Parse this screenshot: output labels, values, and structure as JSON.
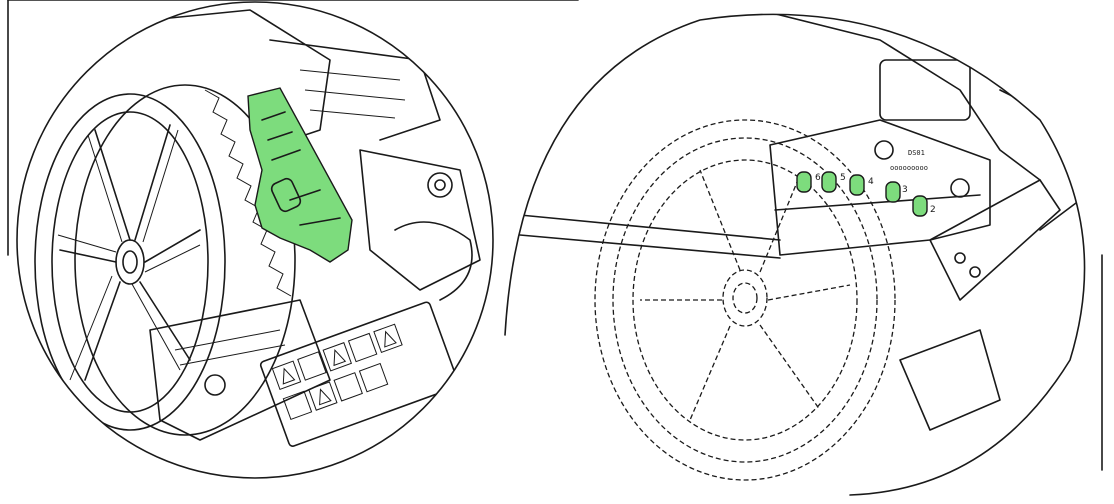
{
  "colors": {
    "highlight": "#7ddc7d",
    "line": "#1a1a1a",
    "background": "#ffffff"
  },
  "left_view": {
    "highlighted_part": "height-adjustment-lever"
  },
  "right_view": {
    "plate_text": "DS01",
    "height_positions": [
      "6",
      "5",
      "4",
      "3",
      "2"
    ]
  }
}
